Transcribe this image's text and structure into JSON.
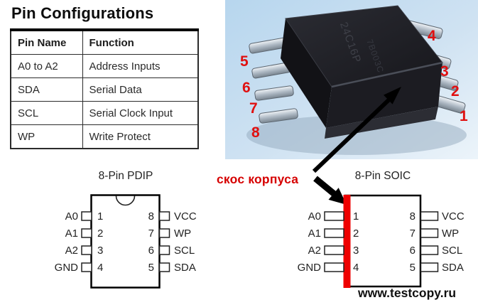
{
  "title": "Pin Configurations",
  "table": {
    "headers": [
      "Pin Name",
      "Function"
    ],
    "rows": [
      [
        "A0 to A2",
        "Address Inputs"
      ],
      [
        "SDA",
        "Serial Data"
      ],
      [
        "SCL",
        "Serial Clock Input"
      ],
      [
        "WP",
        "Write Protect"
      ]
    ]
  },
  "photo": {
    "left_pin_numbers": [
      "5",
      "6",
      "7",
      "8"
    ],
    "right_pin_numbers": [
      "4",
      "3",
      "2",
      "1"
    ],
    "chip_marking": "24C16P",
    "chip_marking2": "7B003C"
  },
  "annotation": {
    "label": "скос корпуса"
  },
  "pdip": {
    "title": "8-Pin PDIP",
    "left_pins": [
      {
        "label": "A0",
        "number": "1"
      },
      {
        "label": "A1",
        "number": "2"
      },
      {
        "label": "A2",
        "number": "3"
      },
      {
        "label": "GND",
        "number": "4"
      }
    ],
    "right_pins": [
      {
        "number": "8",
        "label": "VCC"
      },
      {
        "number": "7",
        "label": "WP"
      },
      {
        "number": "6",
        "label": "SCL"
      },
      {
        "number": "5",
        "label": "SDA"
      }
    ]
  },
  "soic": {
    "title": "8-Pin SOIC",
    "left_pins": [
      {
        "label": "A0",
        "number": "1"
      },
      {
        "label": "A1",
        "number": "2"
      },
      {
        "label": "A2",
        "number": "3"
      },
      {
        "label": "GND",
        "number": "4"
      }
    ],
    "right_pins": [
      {
        "number": "8",
        "label": "VCC"
      },
      {
        "number": "7",
        "label": "WP"
      },
      {
        "number": "6",
        "label": "SCL"
      },
      {
        "number": "5",
        "label": "SDA"
      }
    ]
  },
  "watermark": "www.testcopy.ru",
  "colors": {
    "accent_red": "#e01010",
    "annotation_red": "#d60000",
    "bevel_bar": "#ee0000"
  }
}
